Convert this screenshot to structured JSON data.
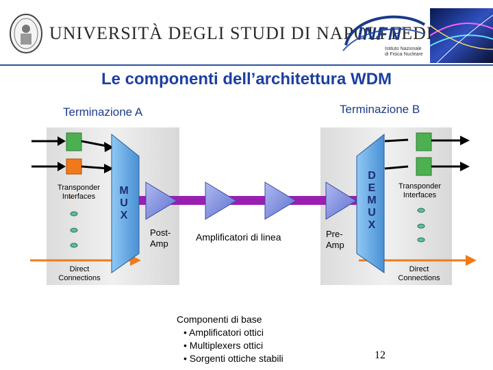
{
  "header": {
    "university_name": "UNIVERSITÀ DEGLI STUDI DI NAPOLI FEDERICO II",
    "infn_logo_text": "INFN",
    "infn_subtitle_line1": "Istituto Nazionale",
    "infn_subtitle_line2": "di Fisica Nucleare"
  },
  "title": "Le componenti dell’architettura WDM",
  "diagram": {
    "terminal_a_label": "Terminazione A",
    "terminal_b_label": "Terminazione B",
    "transponder_left": "Transponder Interfaces",
    "transponder_right": "Transponder Interfaces",
    "mux_letters": [
      "M",
      "U",
      "X"
    ],
    "demux_letters": [
      "D",
      "E",
      "M",
      "U",
      "X"
    ],
    "post_amp_line1": "Post-",
    "post_amp_line2": "Amp",
    "line_amps_label": "Amplificatori di linea",
    "pre_amp_line1": "Pre-",
    "pre_amp_line2": "Amp",
    "direct_left_line1": "Direct",
    "direct_left_line2": "Connections",
    "direct_right_line1": "Direct",
    "direct_right_line2": "Connections"
  },
  "components": {
    "heading": "Componenti di base",
    "items": [
      "Amplificatori ottici",
      "Multiplexers ottici",
      "Sorgenti ottiche stabili"
    ]
  },
  "page_number": "12",
  "colors": {
    "title_blue": "#1c3fa0",
    "fiber_purple": "#9a1fb0",
    "mux_blue": "#6aaee6",
    "amp_blue": "#7f8fe0",
    "transponder_green": "#4caf50",
    "transponder_orange": "#f07a1a"
  }
}
